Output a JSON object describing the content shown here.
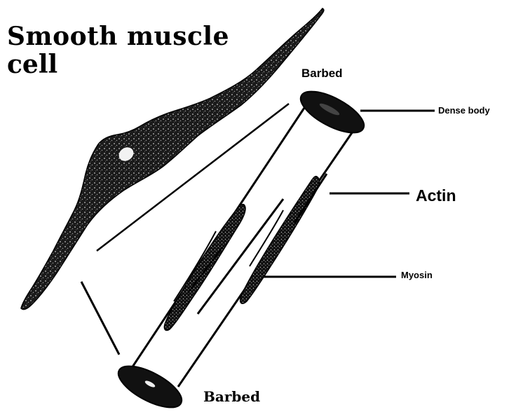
{
  "title": {
    "line1": "Smooth muscle",
    "line2": "cell"
  },
  "labels": {
    "barbed_top": "Barbed",
    "barbed_bottom": "Barbed",
    "dense_body": "Dense body",
    "actin": "Actin",
    "myosin": "Myosin"
  },
  "colors": {
    "ink": "#000000",
    "cell_fill": "#1a1a1a",
    "background": "#ffffff"
  }
}
